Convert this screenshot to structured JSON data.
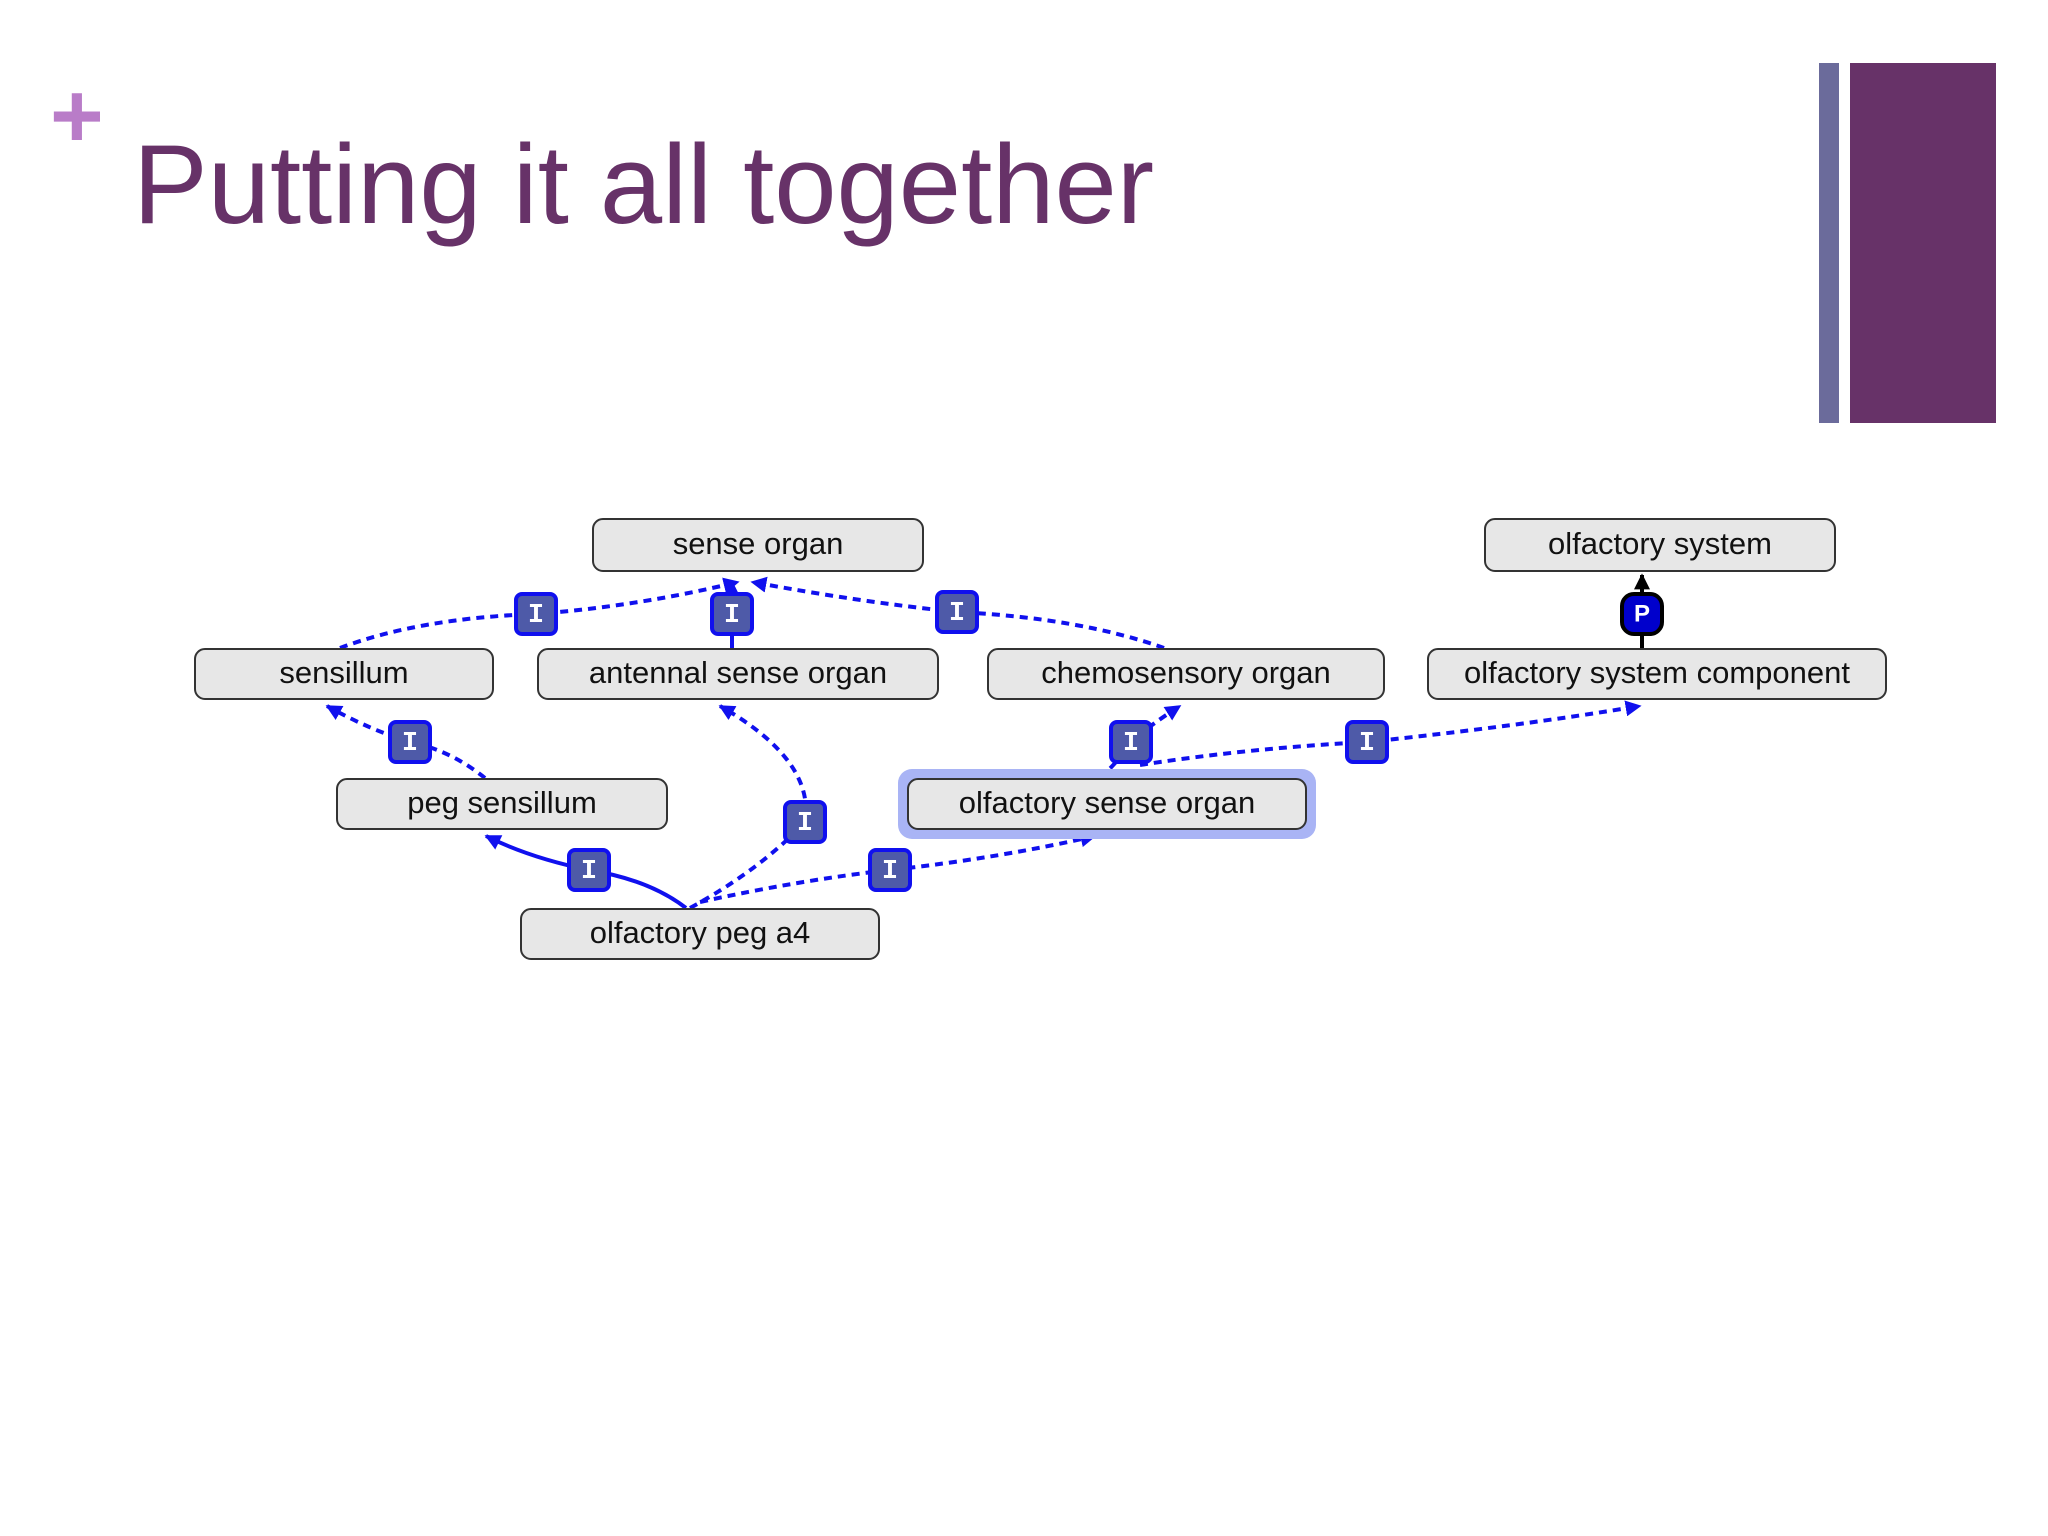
{
  "slide": {
    "plus": "+",
    "title": "Putting it all together"
  },
  "nodes": [
    {
      "id": "sense-organ",
      "label": "sense organ",
      "color": "#16a33a",
      "highlight": false
    },
    {
      "id": "olfactory-system",
      "label": "olfactory system",
      "color": "#111111",
      "highlight": false
    },
    {
      "id": "sensillum",
      "label": "sensillum",
      "color": "#111111",
      "highlight": false
    },
    {
      "id": "antennal-sense-organ",
      "label": "antennal sense organ",
      "color": "#111111",
      "highlight": false
    },
    {
      "id": "chemosensory-organ",
      "label": "chemosensory organ",
      "color": "#16a33a",
      "highlight": false
    },
    {
      "id": "olfactory-system-component",
      "label": "olfactory system component",
      "color": "#111111",
      "highlight": false
    },
    {
      "id": "peg-sensillum",
      "label": "peg sensillum",
      "color": "#111111",
      "highlight": false
    },
    {
      "id": "olfactory-sense-organ",
      "label": "olfactory sense organ",
      "color": "#16a33a",
      "highlight": true
    },
    {
      "id": "olfactory-peg-a4",
      "label": "olfactory peg a4",
      "color": "#111111",
      "highlight": false
    }
  ],
  "edges": [
    {
      "id": "e1",
      "from": "sensillum",
      "to": "sense-organ",
      "type": "I",
      "style": "dashed"
    },
    {
      "id": "e2",
      "from": "antennal-sense-organ",
      "to": "sense-organ",
      "type": "I",
      "style": "solid"
    },
    {
      "id": "e3",
      "from": "chemosensory-organ",
      "to": "sense-organ",
      "type": "I",
      "style": "dashed"
    },
    {
      "id": "e4",
      "from": "olfactory-system-component",
      "to": "olfactory-system",
      "type": "P",
      "style": "solid"
    },
    {
      "id": "e5",
      "from": "peg-sensillum",
      "to": "sensillum",
      "type": "I",
      "style": "dashed"
    },
    {
      "id": "e6",
      "from": "olfactory-peg-a4",
      "to": "antennal-sense-organ",
      "type": "I",
      "style": "dashed"
    },
    {
      "id": "e7",
      "from": "olfactory-sense-organ",
      "to": "chemosensory-organ",
      "type": "I",
      "style": "dashed"
    },
    {
      "id": "e8",
      "from": "olfactory-sense-organ",
      "to": "olfactory-system-component",
      "type": "I",
      "style": "dashed"
    },
    {
      "id": "e9",
      "from": "olfactory-peg-a4",
      "to": "peg-sensillum",
      "type": "I",
      "style": "solid"
    },
    {
      "id": "e10",
      "from": "olfactory-peg-a4",
      "to": "olfactory-sense-organ",
      "type": "I",
      "style": "dashed"
    }
  ],
  "colors": {
    "title": "#673268",
    "plus": "#b97cc8",
    "accent_thin": "#6b6b9b",
    "accent_thick": "#673268",
    "edge": "#1010ee",
    "badge_fill": "#4e5aa8",
    "highlight": "#a9b4f5",
    "green_label": "#16a33a"
  }
}
